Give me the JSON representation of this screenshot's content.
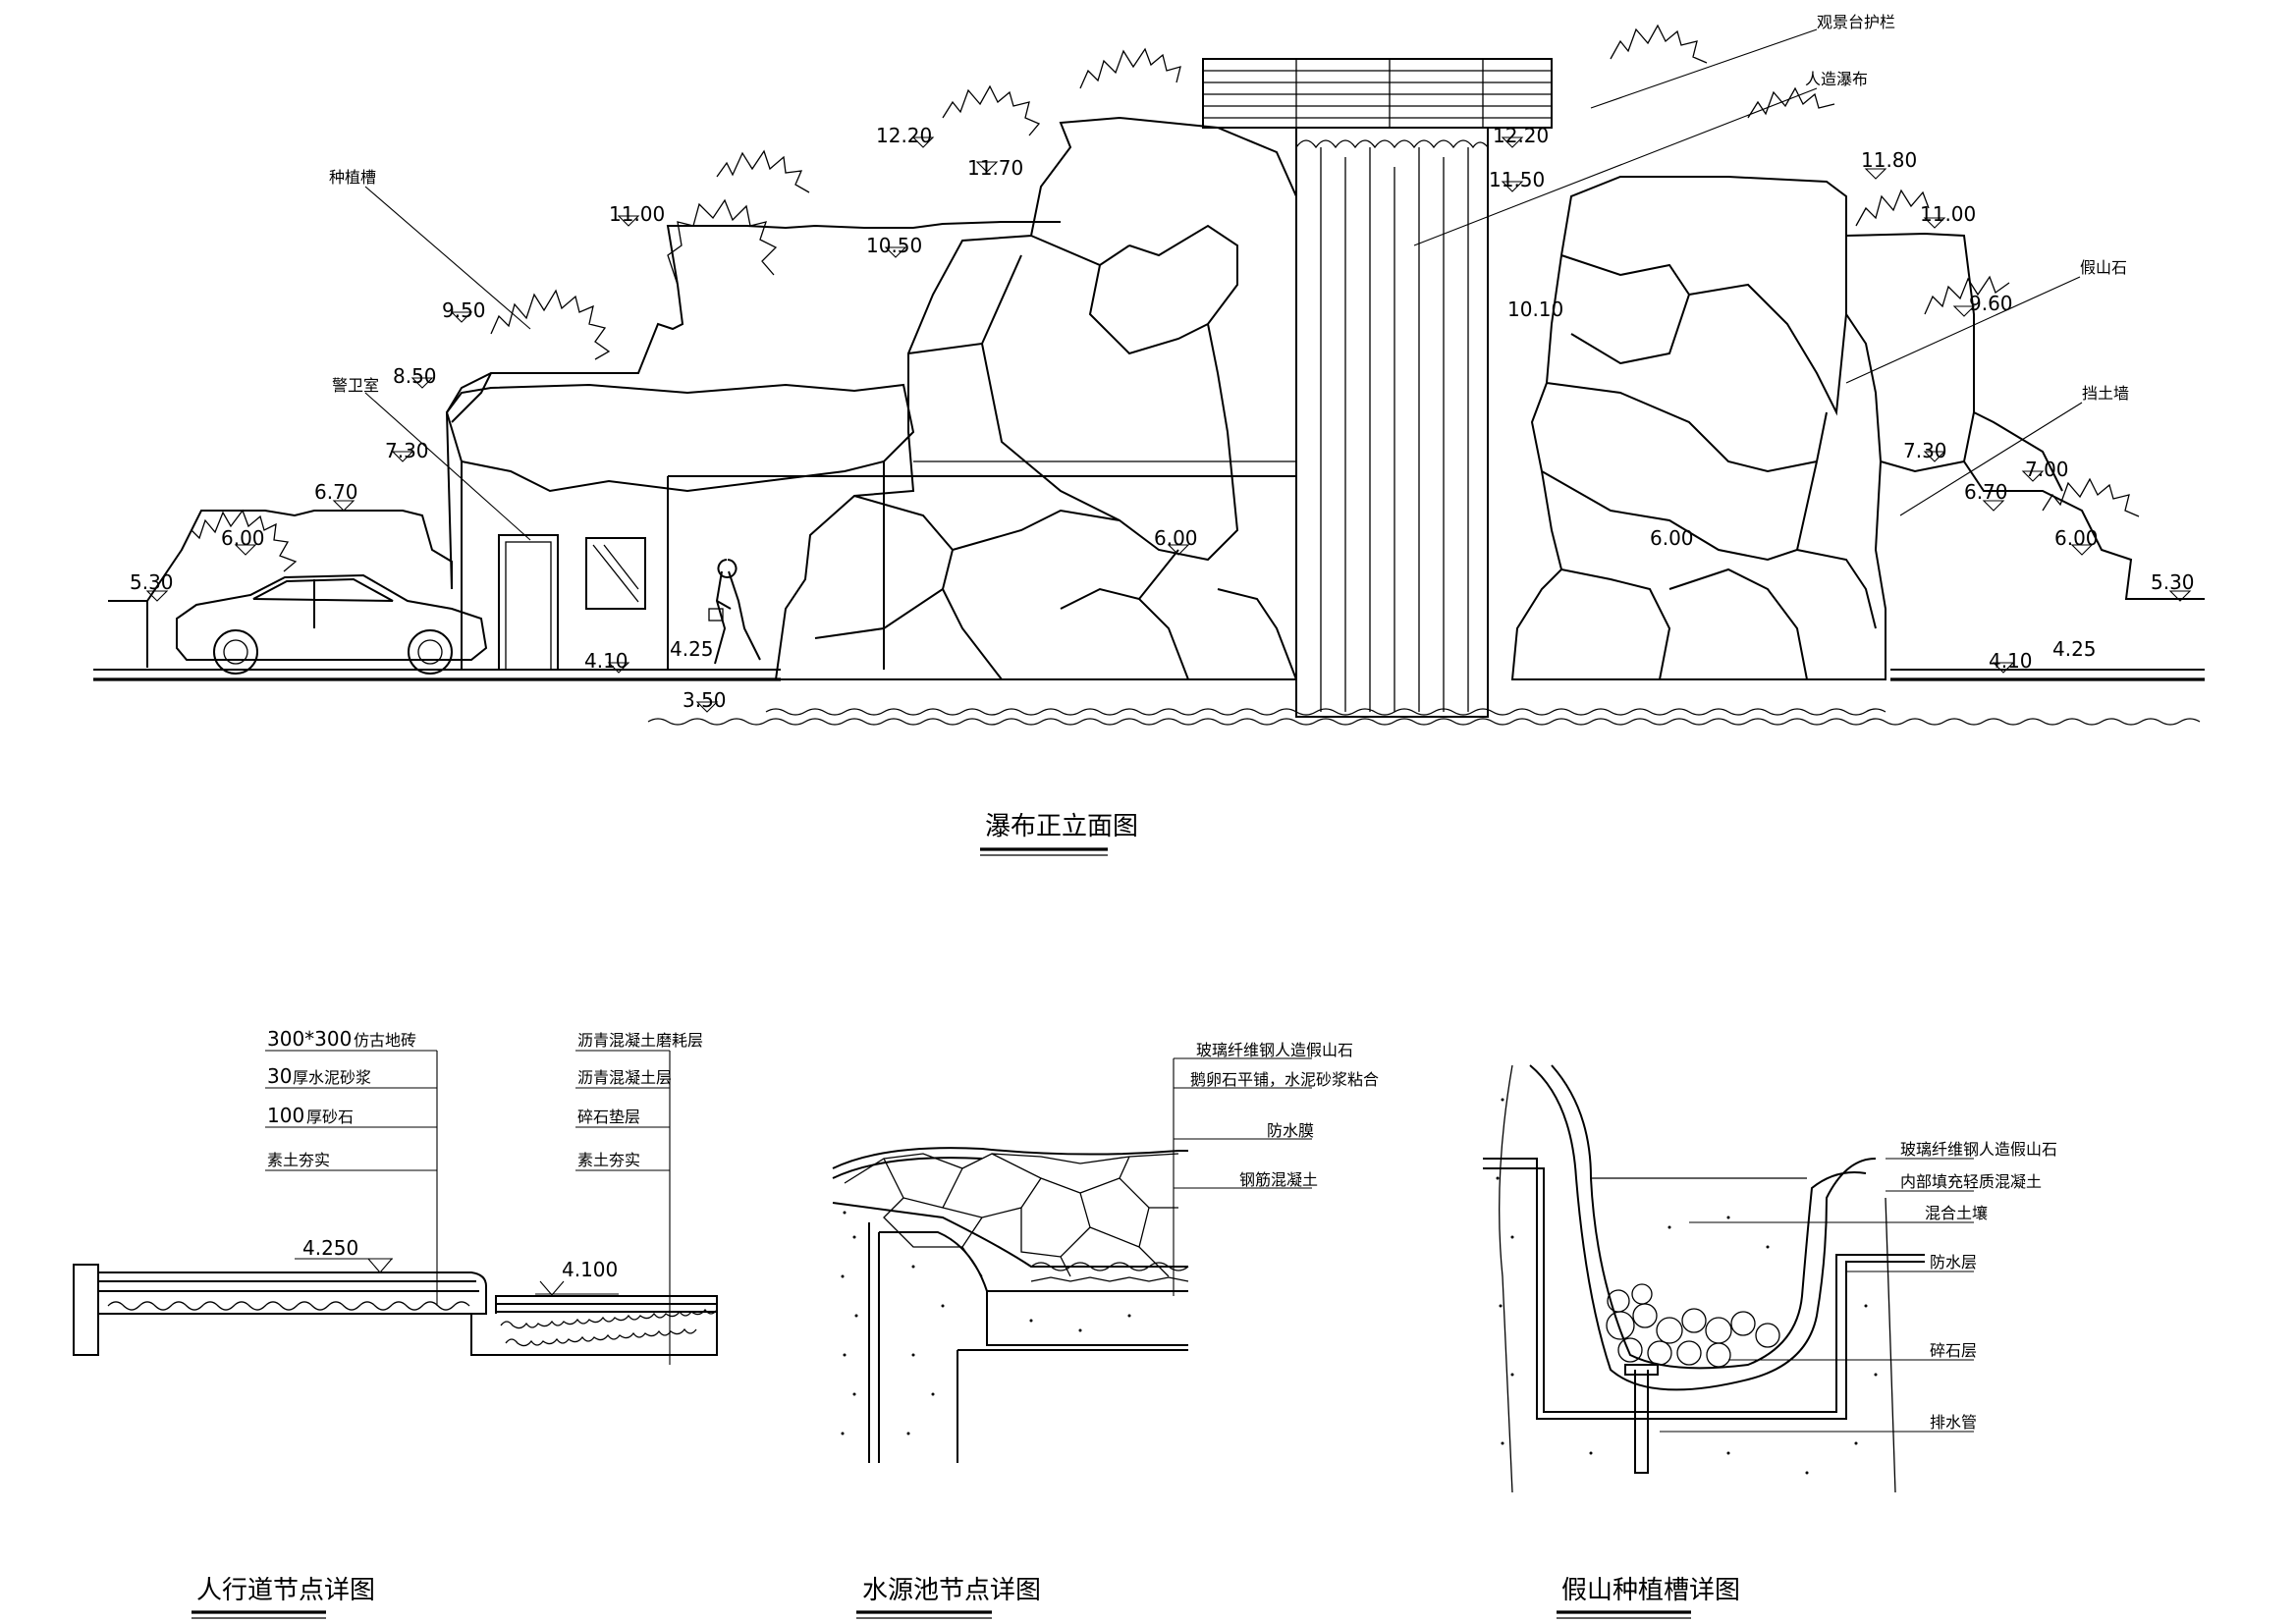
{
  "elevation": {
    "title": "瀑布正立面图",
    "callouts": {
      "viewing_rail": "观景台护栏",
      "waterfall": "人造瀑布",
      "planter": "种植槽",
      "guard_room": "警卫室",
      "rockery": "假山石",
      "retaining_wall": "挡土墙"
    },
    "levels": {
      "l1220a": "12.20",
      "l1220b": "12.20",
      "l1170": "11.70",
      "l1180": "11.80",
      "l1150": "11.50",
      "l1100a": "11.00",
      "l1100b": "11.00",
      "l1050": "10.50",
      "l1010": "10.10",
      "l950": "9.50",
      "l960": "9.60",
      "l850": "8.50",
      "l730a": "7.30",
      "l730b": "7.30",
      "l700": "7.00",
      "l670a": "6.70",
      "l670b": "6.70",
      "l600a": "6.00",
      "l600b": "6.00",
      "l600c": "6.00",
      "l600d": "6.00",
      "l530a": "5.30",
      "l530b": "5.30",
      "l425a": "4.25",
      "l425b": "4.25",
      "l410a": "4.10",
      "l410b": "4.10",
      "l350": "3.50"
    }
  },
  "sidewalk": {
    "title": "人行道节点详图",
    "left_notes": [
      {
        "size": "300*300",
        "text": "仿古地砖"
      },
      {
        "size": "30",
        "text": "厚水泥砂浆"
      },
      {
        "size": "100",
        "text": "厚砂石"
      },
      {
        "size": "",
        "text": "素土夯实"
      }
    ],
    "right_notes": [
      "沥青混凝土磨耗层",
      "沥青混凝土层",
      "碎石垫层",
      "素土夯实"
    ],
    "level_high": "4.250",
    "level_low": "4.100"
  },
  "water_source": {
    "title": "水源池节点详图",
    "notes": [
      "玻璃纤维钢人造假山石",
      "鹅卵石平铺，水泥砂浆粘合",
      "防水膜",
      "钢筋混凝土"
    ]
  },
  "planter": {
    "title": "假山种植槽详图",
    "notes": [
      "玻璃纤维钢人造假山石",
      "内部填充轻质混凝土",
      "混合土壤",
      "防水层",
      "碎石层",
      "排水管"
    ]
  }
}
